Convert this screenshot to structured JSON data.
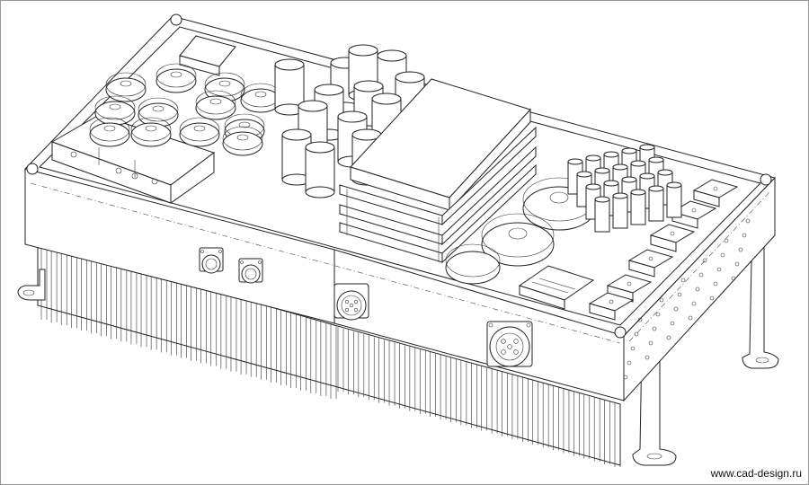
{
  "watermark": "www.cad-design.ru",
  "colors": {
    "line": "#222222",
    "background": "#ffffff"
  },
  "components": {
    "housing": "enclosure-with-cover-removed",
    "heatsink": "finned-heatsink",
    "connectors": [
      "round-connector-small-1",
      "round-connector-small-2",
      "round-connector-medium",
      "round-connector-large"
    ],
    "mounting": [
      "foot-left",
      "foot-right-rear",
      "foot-right-front"
    ]
  }
}
